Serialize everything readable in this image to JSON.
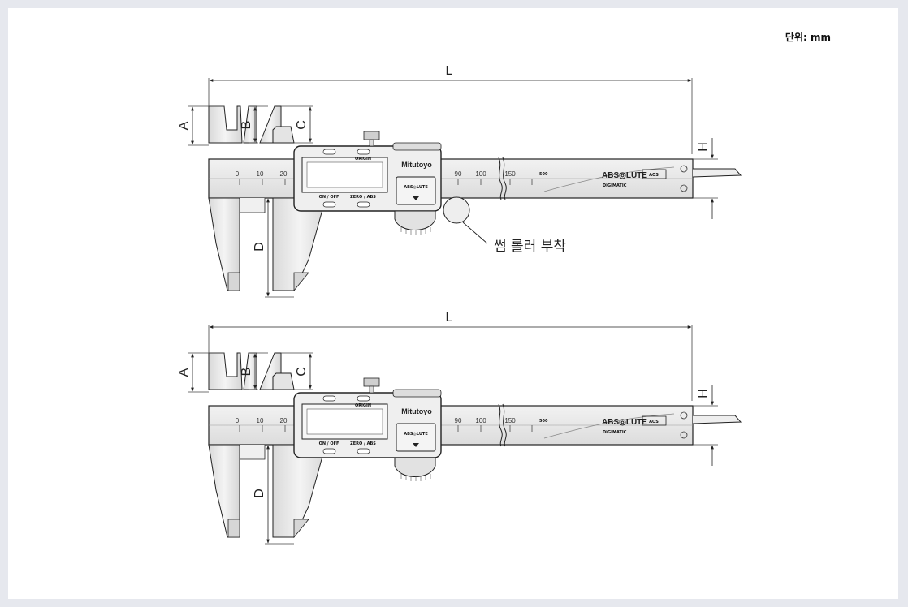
{
  "unit_label": "단위: mm",
  "callout_label": "썸 롤러 부착",
  "dimensions": {
    "L": "L",
    "A": "A",
    "B": "B",
    "C": "C",
    "D": "D",
    "H": "H"
  },
  "scale_labels": [
    "0",
    "10",
    "20",
    "90",
    "100",
    "150"
  ],
  "display_buttons": {
    "top": "ORIGIN",
    "left": "ON / OFF",
    "right": "ZERO / ABS"
  },
  "brand": "Mitutoyo",
  "head_badge": "ABS◎LUTE",
  "beam_logo": "ABS◎LUTE",
  "beam_badge": "AOS",
  "beam_sub": "DIGIMATIC",
  "model_code": "500",
  "variants": [
    {
      "id": "with-thumb-roller",
      "thumb_roller": true
    },
    {
      "id": "without-thumb-roller",
      "thumb_roller": false
    }
  ],
  "colors": {
    "page_border": "#e6e8ee",
    "line": "#222222",
    "body_fill": "#e8e8e8",
    "shade": "#cfcfcf"
  }
}
